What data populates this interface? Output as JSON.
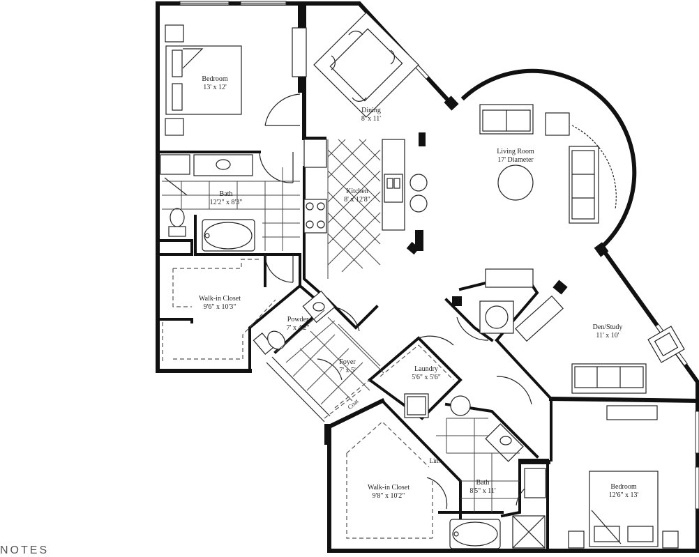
{
  "rooms": {
    "bedroom1": {
      "name": "Bedroom",
      "dims": "13' x 12'"
    },
    "dining": {
      "name": "Dining",
      "dims": "8' x 11'"
    },
    "living": {
      "name": "Living Room",
      "dims": "17' Diameter"
    },
    "kitchen": {
      "name": "Kitchen",
      "dims": "8' x 12'8\""
    },
    "bath1": {
      "name": "Bath",
      "dims": "12'2\" x 8'3\""
    },
    "walkin1": {
      "name": "Walk-in Closet",
      "dims": "9'6\" x 10'3\""
    },
    "powder": {
      "name": "Powder",
      "dims": "7' x 4'2\""
    },
    "foyer": {
      "name": "Foyer",
      "dims": "7' x 5'"
    },
    "laundry": {
      "name": "Laundry",
      "dims": "5'6\" x 5'6\""
    },
    "den": {
      "name": "Den/Study",
      "dims": "11' x 10'"
    },
    "walkin2": {
      "name": "Walk-in Closet",
      "dims": "9'8\" x 10'2\""
    },
    "bath2": {
      "name": "Bath",
      "dims": "8'5\" x 11'"
    },
    "bedroom2": {
      "name": "Bedroom",
      "dims": "12'6\" x 13'"
    },
    "coat": {
      "name": "Coat"
    },
    "linen": {
      "name": "Lin."
    }
  },
  "footer": {
    "notes": "NOTES"
  }
}
